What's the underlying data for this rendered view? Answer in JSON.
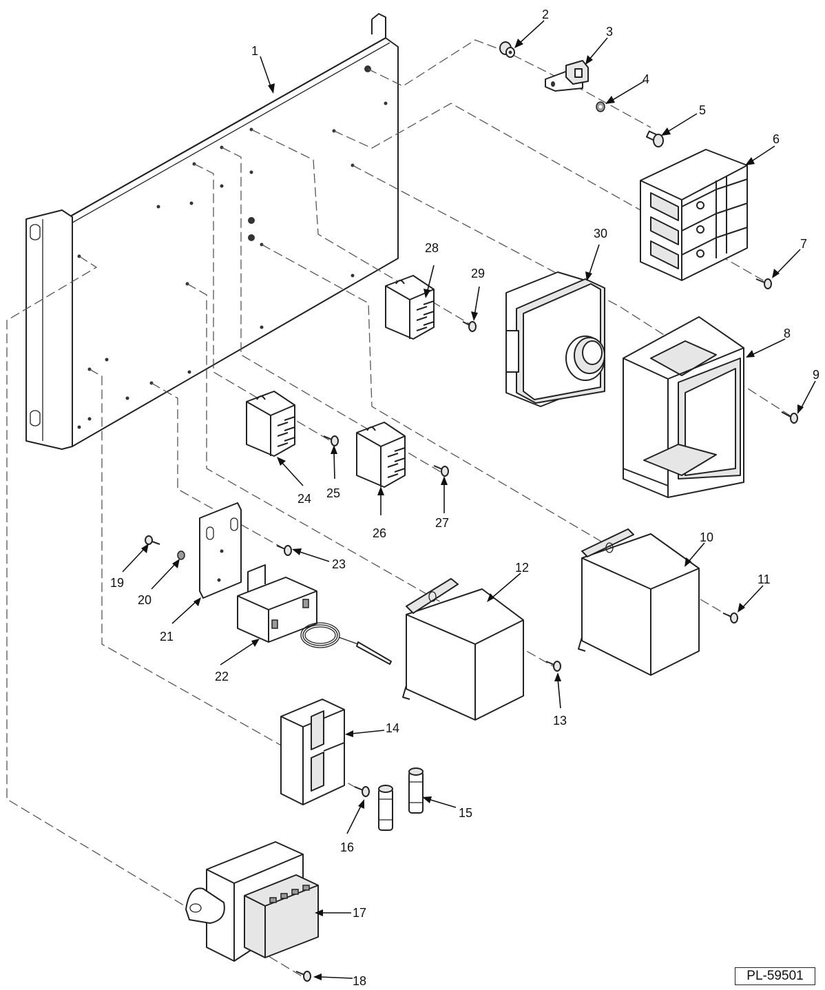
{
  "diagram": {
    "callouts": [
      "1",
      "2",
      "3",
      "4",
      "5",
      "6",
      "7",
      "8",
      "9",
      "10",
      "11",
      "12",
      "13",
      "14",
      "15",
      "16",
      "17",
      "18",
      "19",
      "20",
      "21",
      "22",
      "23",
      "24",
      "25",
      "26",
      "27",
      "28",
      "29",
      "30"
    ],
    "reference_code": "PL-59501"
  }
}
